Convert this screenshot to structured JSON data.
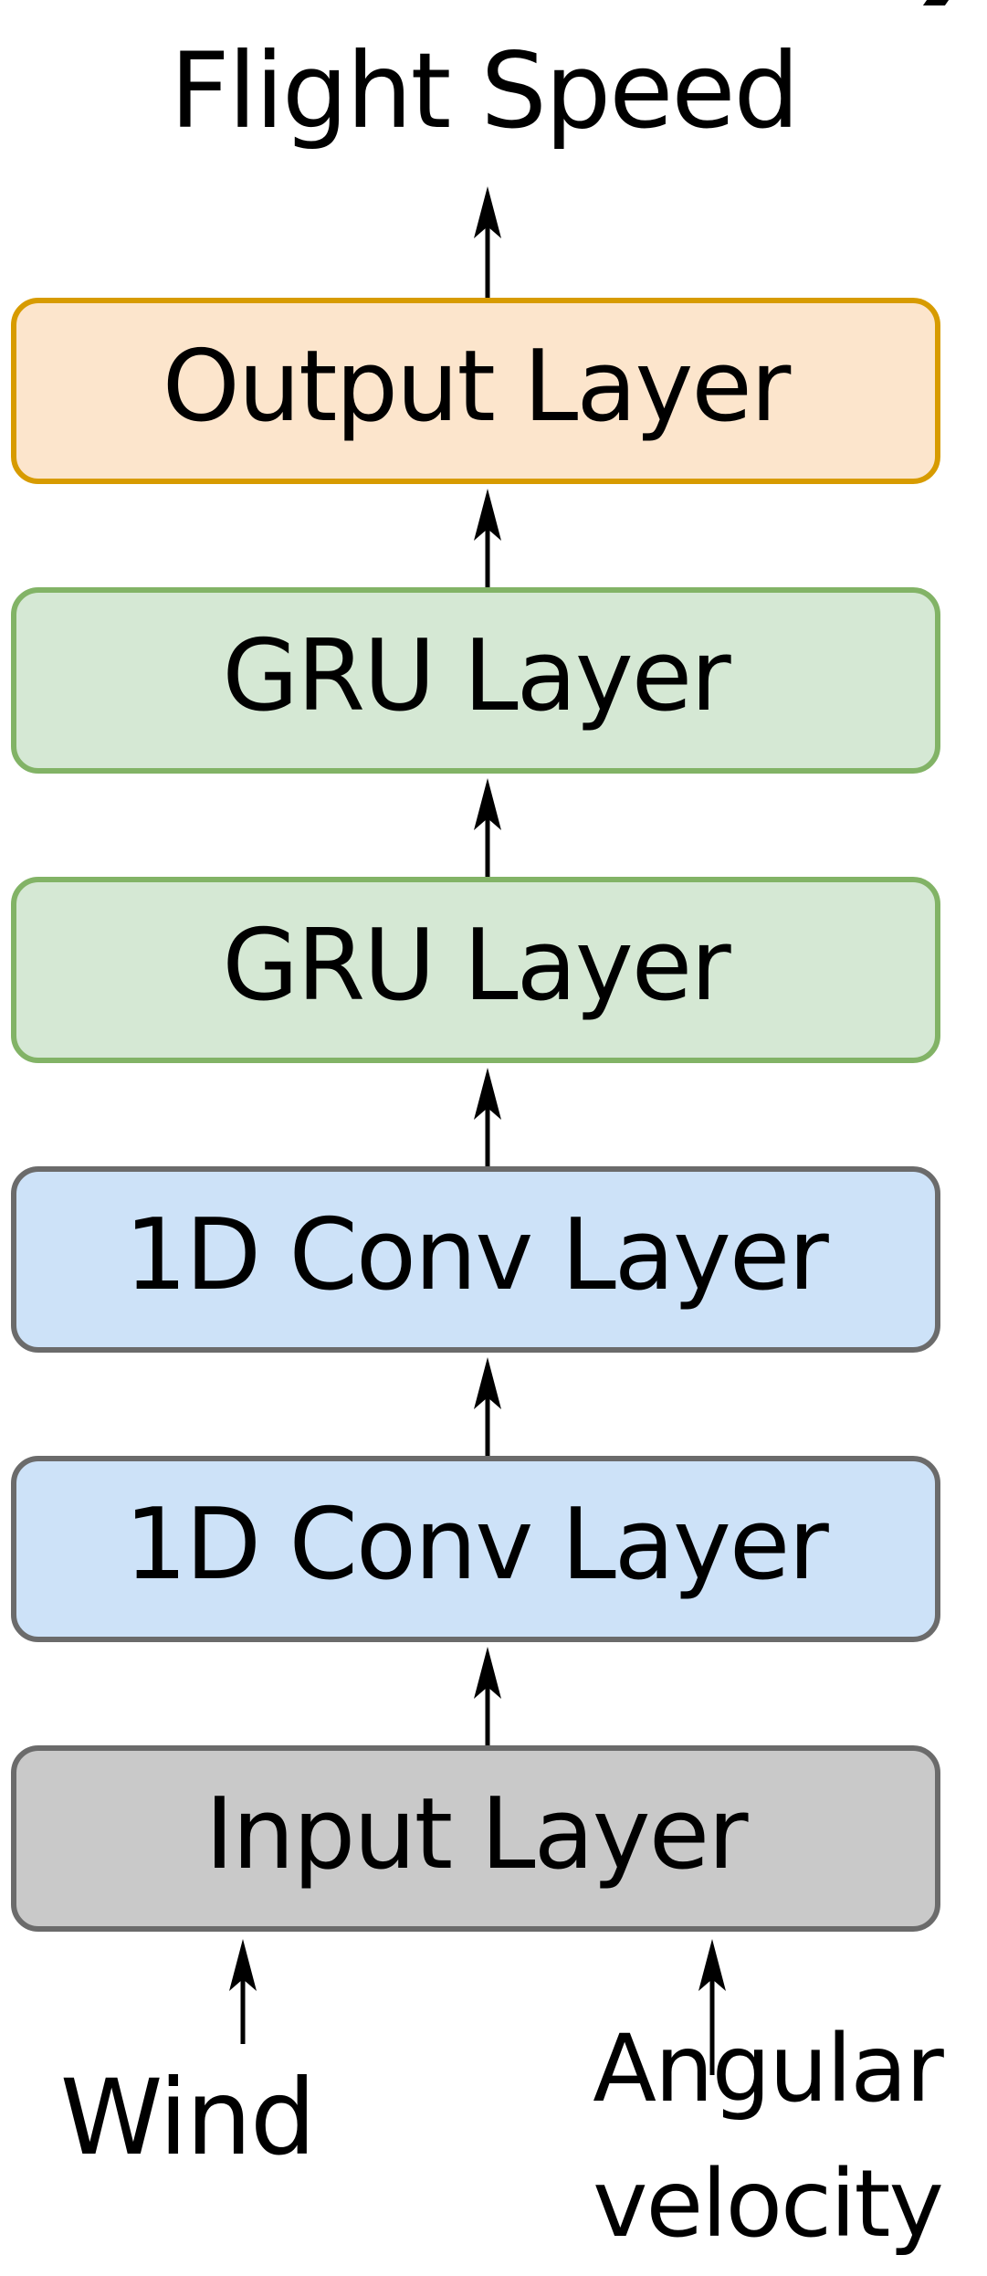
{
  "diagram": {
    "description": "Neural network architecture stack predicting flight speed",
    "output_label": "Flight Speed",
    "layers": [
      {
        "label": "Output Layer",
        "fill": "#FCE5CC",
        "border": "#D79B00"
      },
      {
        "label": "GRU Layer",
        "fill": "#D5E8D4",
        "border": "#82B366"
      },
      {
        "label": "GRU Layer",
        "fill": "#D5E8D4",
        "border": "#82B366"
      },
      {
        "label": "1D Conv Layer",
        "fill": "#CDE2F8",
        "border": "#6B6B6B"
      },
      {
        "label": "1D Conv Layer",
        "fill": "#CDE2F8",
        "border": "#6B6B6B"
      },
      {
        "label": "Input Layer",
        "fill": "#C9C9C9",
        "border": "#6B6B6B"
      }
    ],
    "inputs": {
      "left": "Wind",
      "right_lines": [
        "Angular",
        "velocity"
      ]
    },
    "arrow_color": "#000000",
    "text_color": "#000000"
  }
}
